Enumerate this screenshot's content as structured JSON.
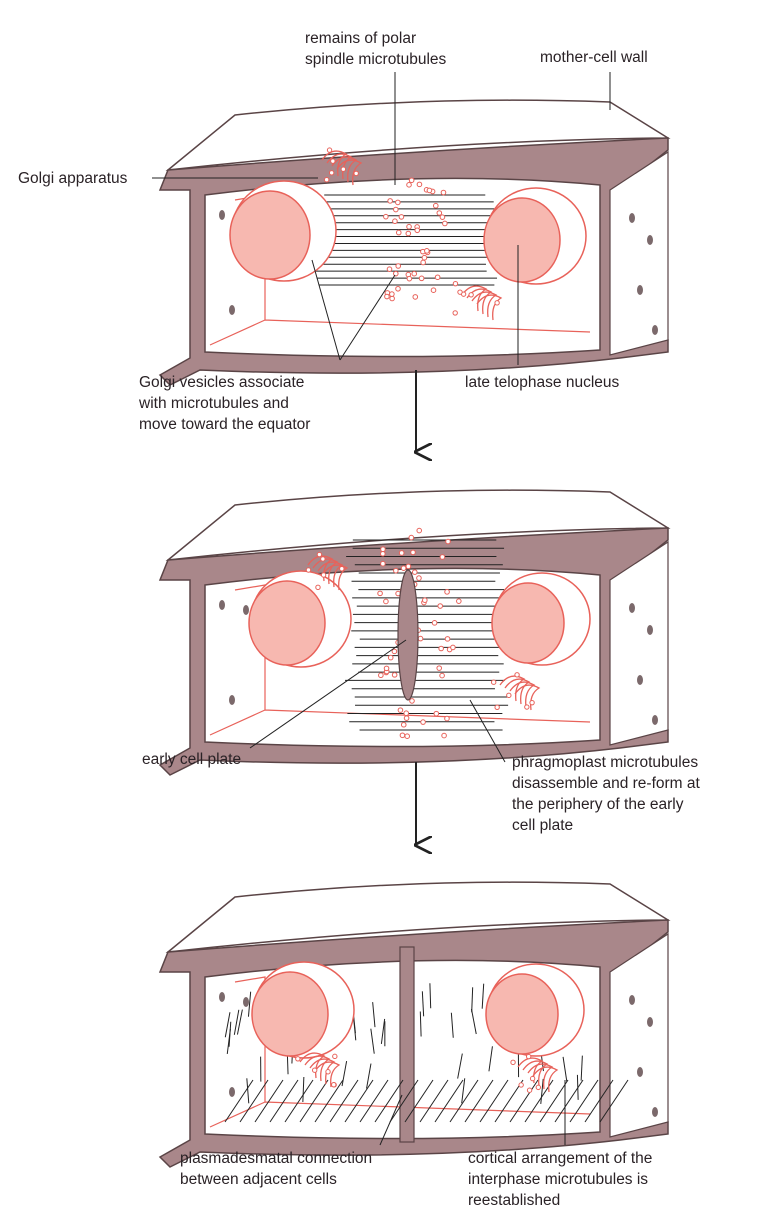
{
  "labels": {
    "polar_spindle_remains": "remains of polar\nspindle microtubules",
    "mother_cell_wall": "mother-cell wall",
    "golgi_apparatus": "Golgi apparatus",
    "golgi_vesicles": "Golgi vesicles associate\nwith microtubules and\nmove toward the equator",
    "late_telophase_nucleus": "late telophase nucleus",
    "early_cell_plate": "early cell plate",
    "phragmoplast": "phragmoplast microtubules\ndisassemble and re-form at\nthe periphery of the early\ncell plate",
    "plasmodesmatal": "plasmadesmatal connection\nbetween adjacent cells",
    "cortical": "cortical arrangement of the\ninterphase microtubules is\nreestablished"
  },
  "colors": {
    "wall": "#a9878a",
    "wall_dark": "#5a4446",
    "wall_top": "#ffffff",
    "salmon": "#e8625a",
    "nucleus_fill": "#f7b8b0",
    "line": "#222222",
    "text": "#2a2226"
  }
}
